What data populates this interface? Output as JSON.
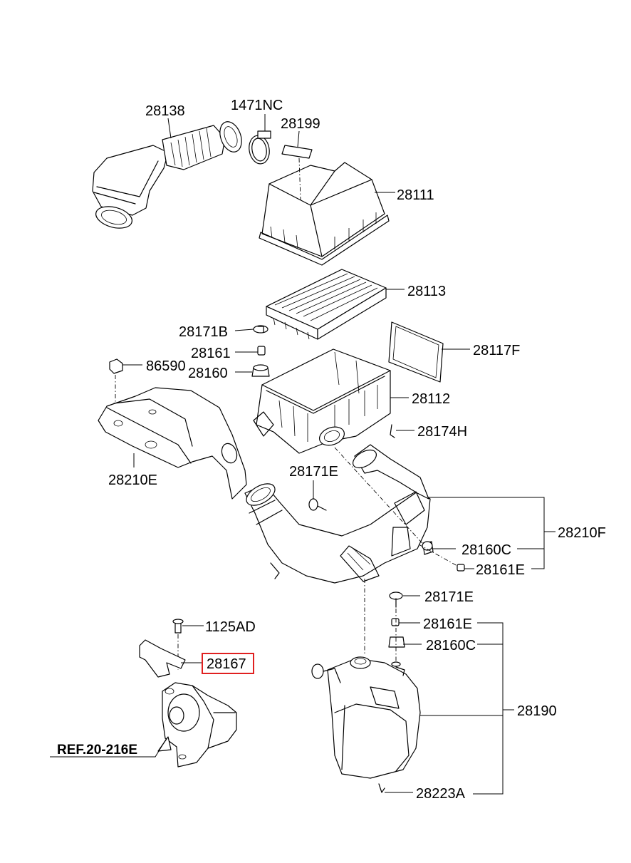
{
  "highlight_color": "#e02020",
  "labels": {
    "p28138": "28138",
    "p1471NC": "1471NC",
    "p28199": "28199",
    "p28111": "28111",
    "p28113": "28113",
    "p28171B": "28171B",
    "p28161": "28161",
    "p28160": "28160",
    "p86590": "86590",
    "p28117F": "28117F",
    "p28112": "28112",
    "p28174H": "28174H",
    "p28210E": "28210E",
    "p28171E_a": "28171E",
    "p28210F": "28210F",
    "p28160C_a": "28160C",
    "p28161E_a": "28161E",
    "p28171E_b": "28171E",
    "p28161E_b": "28161E",
    "p28160C_b": "28160C",
    "p1125AD": "1125AD",
    "p28167": "28167",
    "p28190": "28190",
    "p28223A": "28223A",
    "ref": "REF.20-216E"
  }
}
